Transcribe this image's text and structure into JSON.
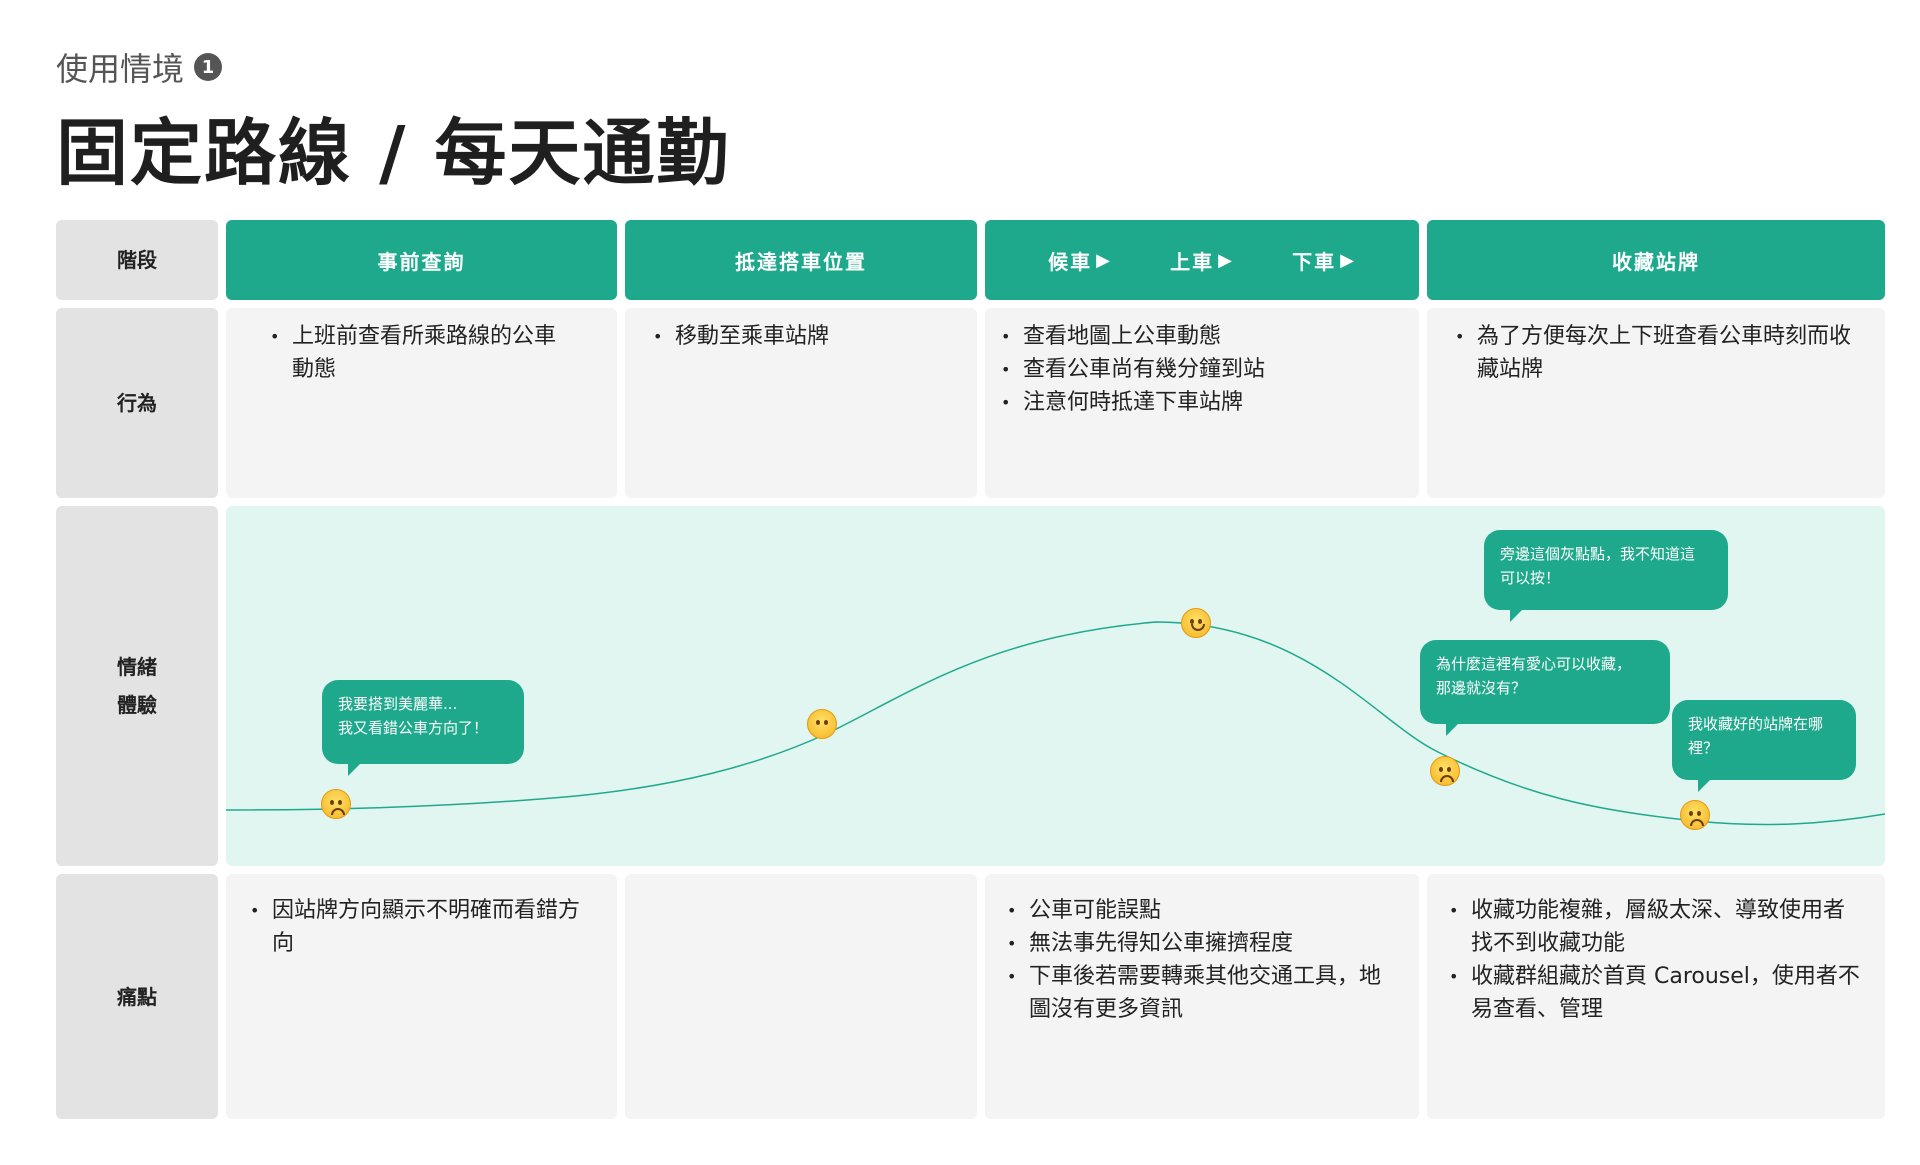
{
  "header": {
    "eyebrow": "使用情境",
    "eyebrow_number": "1",
    "title": "固定路線 / 每天通勤"
  },
  "row_labels": {
    "stage": "階段",
    "behavior": "行為",
    "emotion_line1": "情緒",
    "emotion_line2": "體驗",
    "pain": "痛點"
  },
  "stages": {
    "s1": "事前查詢",
    "s2": "抵達搭車位置",
    "s3a": "候車",
    "s3b": "上車",
    "s3c": "下車",
    "s4": "收藏站牌",
    "arrow_icon": "play-triangle-icon"
  },
  "behaviors": {
    "c1": [
      "上班前查看所乘路線的公車動態"
    ],
    "c2": [
      "移動至乘車站牌"
    ],
    "c3": [
      "查看地圖上公車動態",
      "查看公車尚有幾分鐘到站",
      "注意何時抵達下車站牌"
    ],
    "c4": [
      "為了方便每次上下班查看公車時刻而收藏站牌"
    ]
  },
  "emotion": {
    "bubbles": {
      "b1_l1": "我要搭到美麗華...",
      "b1_l2": "我又看錯公車方向了！",
      "b2_l1": "旁邊這個灰點點，我不知道這",
      "b2_l2": "可以按！",
      "b3_l1": "為什麼這裡有愛心可以收藏，",
      "b3_l2": "那邊就沒有？",
      "b4_l1": "我收藏好的站牌在哪",
      "b4_l2": "裡？"
    },
    "faces": [
      "sad-face-icon",
      "neutral-face-icon",
      "smiling-face-icon",
      "sad-face-icon",
      "sad-face-icon"
    ],
    "colors": {
      "curve": "#1fa98c",
      "area": "#e1f5f1",
      "bubble": "#1fa98c"
    }
  },
  "pains": {
    "c1": [
      "因站牌方向顯示不明確而看錯方向"
    ],
    "c2": [],
    "c3": [
      "公車可能誤點",
      "無法事先得知公車擁擠程度",
      "下車後若需要轉乘其他交通工具，地圖沒有更多資訊"
    ],
    "c4": [
      "收藏功能複雜，層級太深、導致使用者找不到收藏功能",
      "收藏群組藏於首頁 Carousel，使用者不易查看、管理"
    ]
  },
  "colors": {
    "stage_bg": "#1fa98c",
    "label_bg": "#e3e3e3",
    "card_bg": "#f4f4f4"
  }
}
